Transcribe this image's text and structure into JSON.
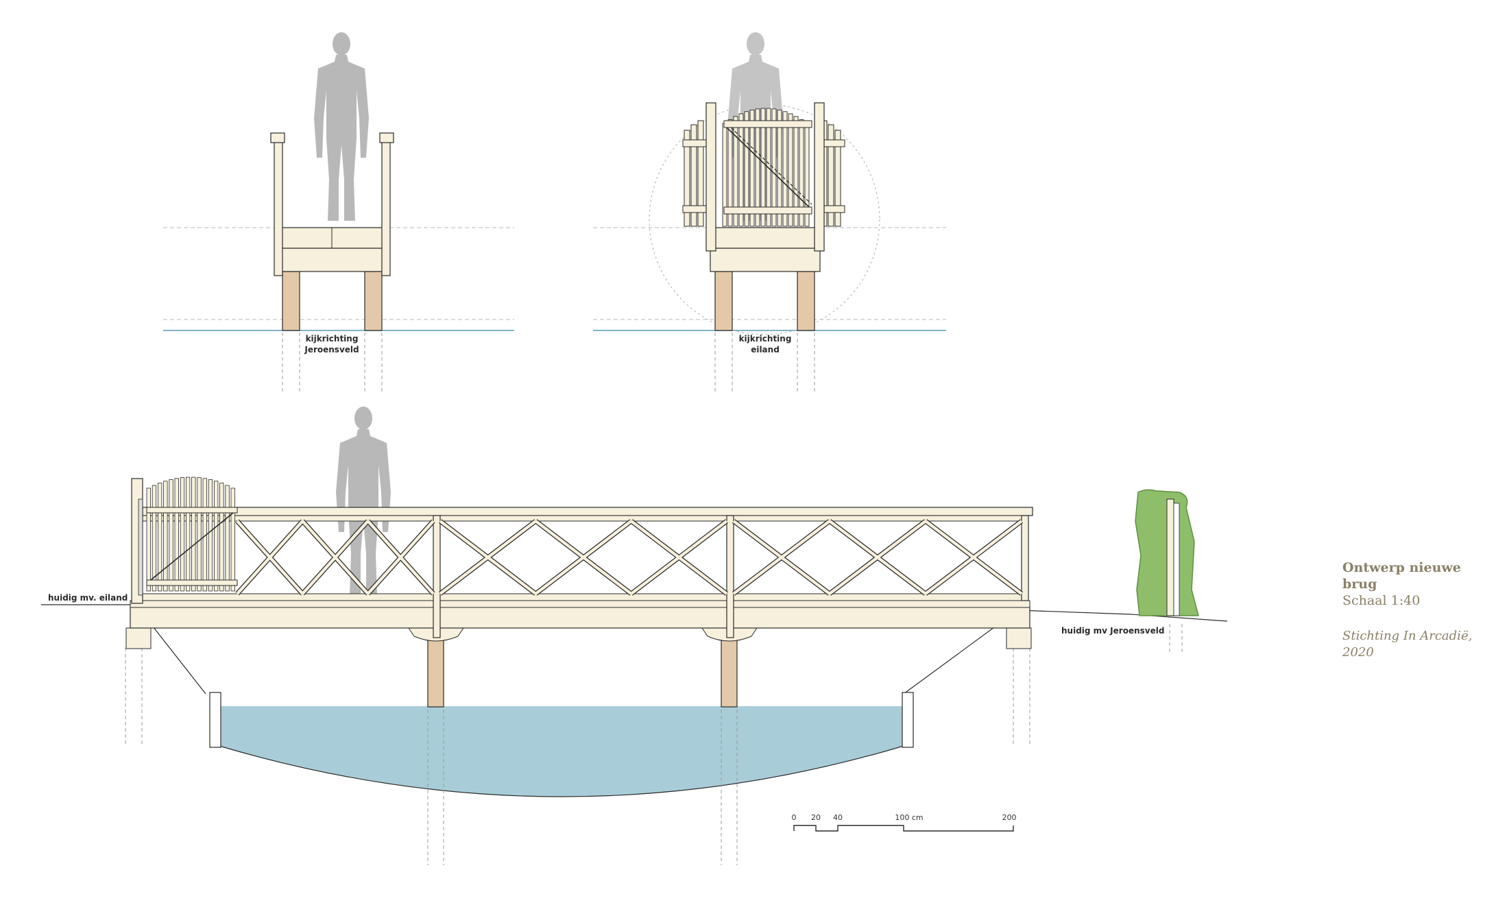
{
  "colors": {
    "water": "#a9cdd8",
    "water_line": "#7fb3c6",
    "wood_post": "#e3c9a8",
    "deck": "#f6f0dc",
    "outline": "#2a2a2a",
    "figure": "#b8b8b8",
    "hedge": "#8fbe6a",
    "legend_text": "#8a8066"
  },
  "labels": {
    "view_left_line1": "kijkrichting",
    "view_left_line2": "Jeroensveld",
    "view_right_line1": "kijkrichting",
    "view_right_line2": "eiland",
    "ground_left": "huidig mv. eiland",
    "ground_right": "huidig mv Jeroensveld"
  },
  "scale_bar": {
    "ticks": [
      "0",
      "20",
      "40",
      "100 cm",
      "200"
    ]
  },
  "legend": {
    "title": "Ontwerp nieuwe brug",
    "scale": "Schaal 1:40",
    "credit": "Stichting In Arcadië, 2020"
  }
}
